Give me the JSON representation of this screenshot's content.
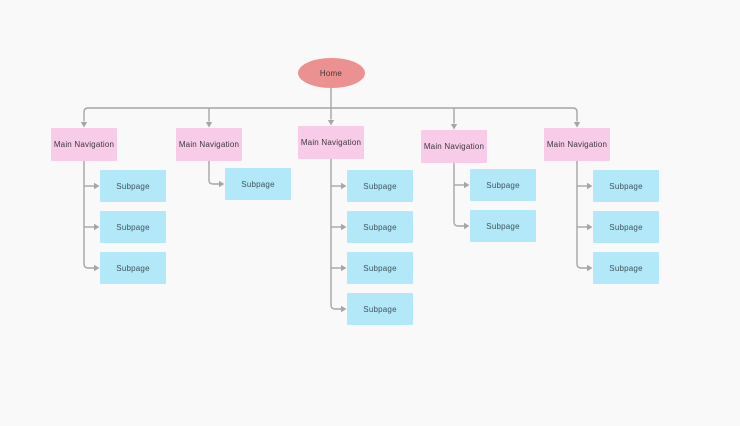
{
  "diagram": {
    "home": {
      "label": "Home"
    },
    "columns": [
      {
        "label": "Main Navigation",
        "subpages": [
          "Subpage",
          "Subpage",
          "Subpage"
        ]
      },
      {
        "label": "Main Navigation",
        "subpages": [
          "Subpage"
        ]
      },
      {
        "label": "Main Navigation",
        "subpages": [
          "Subpage",
          "Subpage",
          "Subpage",
          "Subpage"
        ]
      },
      {
        "label": "Main Navigation",
        "subpages": [
          "Subpage",
          "Subpage"
        ]
      },
      {
        "label": "Main Navigation",
        "subpages": [
          "Subpage",
          "Subpage",
          "Subpage"
        ]
      }
    ],
    "colors": {
      "background": "#f9f9f9",
      "home_fill": "#ec9191",
      "home_text": "#463535",
      "main_nav_fill": "#f8cce9",
      "main_nav_text": "#3d383c",
      "subpage_fill": "#b3e8f8",
      "subpage_text": "#3e555e",
      "connector": "#a6a6a6"
    }
  }
}
